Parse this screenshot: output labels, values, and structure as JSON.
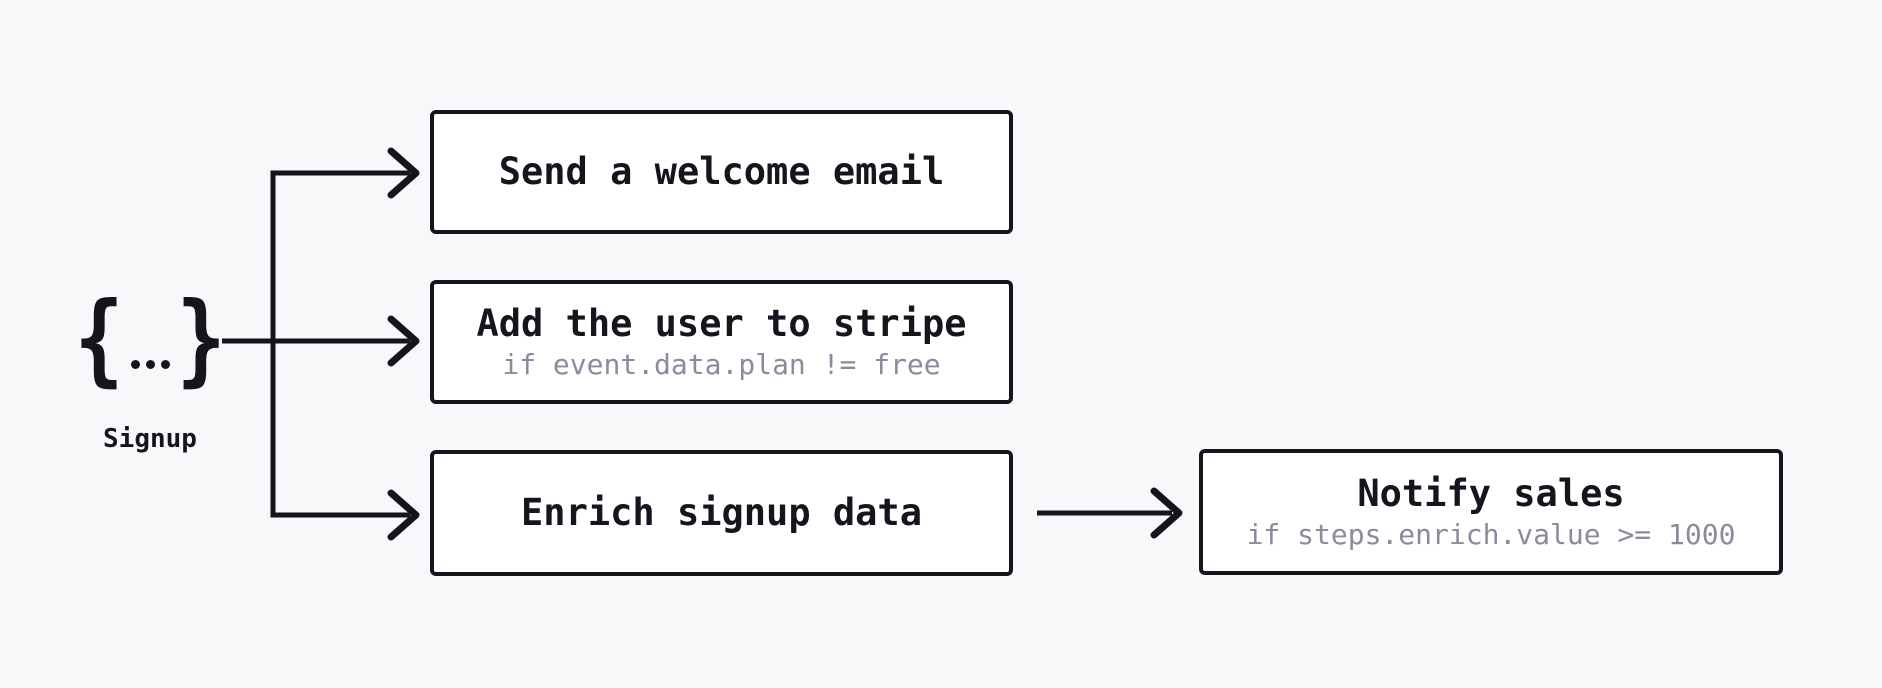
{
  "diagram_title": "signup-event-fanout",
  "colors": {
    "background": "#f8f8fb",
    "foreground": "#15151e",
    "muted_text": "#8a8b9d",
    "node_fill": "#ffffff"
  },
  "event": {
    "label": "Signup",
    "icon": "json-payload-icon",
    "brace_left": "{",
    "brace_right": "}"
  },
  "steps": [
    {
      "title": "Send a welcome email",
      "condition": ""
    },
    {
      "title": "Add the user to stripe",
      "condition": "if event.data.plan != free"
    },
    {
      "title": "Enrich signup data",
      "condition": ""
    },
    {
      "title": "Notify sales",
      "condition": "if steps.enrich.value >= 1000"
    }
  ]
}
